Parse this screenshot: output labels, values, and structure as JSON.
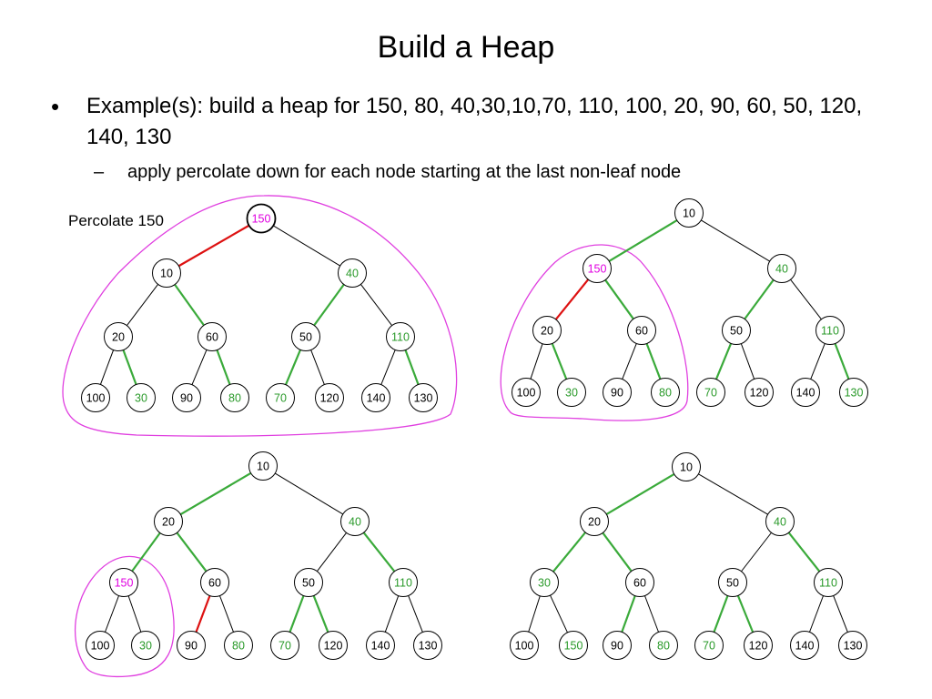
{
  "title": "Build a Heap",
  "bullet": {
    "text": "Example(s): build a heap for 150, 80, 40,30,10,70, 110, 100, 20, 90, 60, 50, 120, 140, 130"
  },
  "sub_bullet": {
    "dash": "–",
    "text": "apply percolate down for each node starting at the last non-leaf node"
  },
  "colors": {
    "highlight_text": "#e000e0",
    "moved_node": "#2a9a2a",
    "green_edge": "#3aaa3a",
    "red_edge": "#dd1111",
    "circle_outline": "#000000",
    "lasso": "#e040e0"
  },
  "trees": [
    {
      "label": "Percolate 150",
      "nodes": [
        "150",
        "10",
        "40",
        "20",
        "60",
        "50",
        "110",
        "100",
        "30",
        "90",
        "80",
        "70",
        "120",
        "140",
        "130"
      ],
      "node_colors": [
        "magenta",
        "black",
        "green",
        "black",
        "black",
        "black",
        "green",
        "black",
        "green",
        "black",
        "green",
        "green",
        "black",
        "black",
        "black"
      ],
      "edge_colors": [
        "red",
        "black",
        "black",
        "green",
        "green",
        "black",
        "black",
        "green",
        "black",
        "green",
        "green",
        "black",
        "black",
        "green"
      ]
    },
    {
      "label": "",
      "nodes": [
        "10",
        "150",
        "40",
        "20",
        "60",
        "50",
        "110",
        "100",
        "30",
        "90",
        "80",
        "70",
        "120",
        "140",
        "130"
      ],
      "node_colors": [
        "black",
        "magenta",
        "green",
        "black",
        "black",
        "black",
        "green",
        "black",
        "green",
        "black",
        "green",
        "green",
        "black",
        "black",
        "green"
      ],
      "edge_colors": [
        "green",
        "black",
        "red",
        "green",
        "green",
        "black",
        "black",
        "green",
        "black",
        "green",
        "green",
        "black",
        "black",
        "green"
      ]
    },
    {
      "label": "",
      "nodes": [
        "10",
        "20",
        "40",
        "150",
        "60",
        "50",
        "110",
        "100",
        "30",
        "90",
        "80",
        "70",
        "120",
        "140",
        "130"
      ],
      "node_colors": [
        "black",
        "black",
        "green",
        "magenta",
        "black",
        "black",
        "green",
        "black",
        "green",
        "black",
        "green",
        "green",
        "black",
        "black",
        "black"
      ],
      "edge_colors": [
        "green",
        "black",
        "green",
        "green",
        "black",
        "green",
        "black",
        "black",
        "red",
        "black",
        "green",
        "green",
        "black",
        "black",
        "green"
      ]
    },
    {
      "label": "",
      "nodes": [
        "10",
        "20",
        "40",
        "30",
        "60",
        "50",
        "110",
        "100",
        "150",
        "90",
        "80",
        "70",
        "120",
        "140",
        "130"
      ],
      "node_colors": [
        "black",
        "black",
        "green",
        "green",
        "black",
        "black",
        "green",
        "black",
        "green",
        "black",
        "green",
        "green",
        "black",
        "black",
        "black"
      ],
      "edge_colors": [
        "green",
        "black",
        "green",
        "green",
        "black",
        "green",
        "black",
        "black",
        "green",
        "black",
        "green",
        "green",
        "black",
        "black",
        "green"
      ]
    }
  ]
}
